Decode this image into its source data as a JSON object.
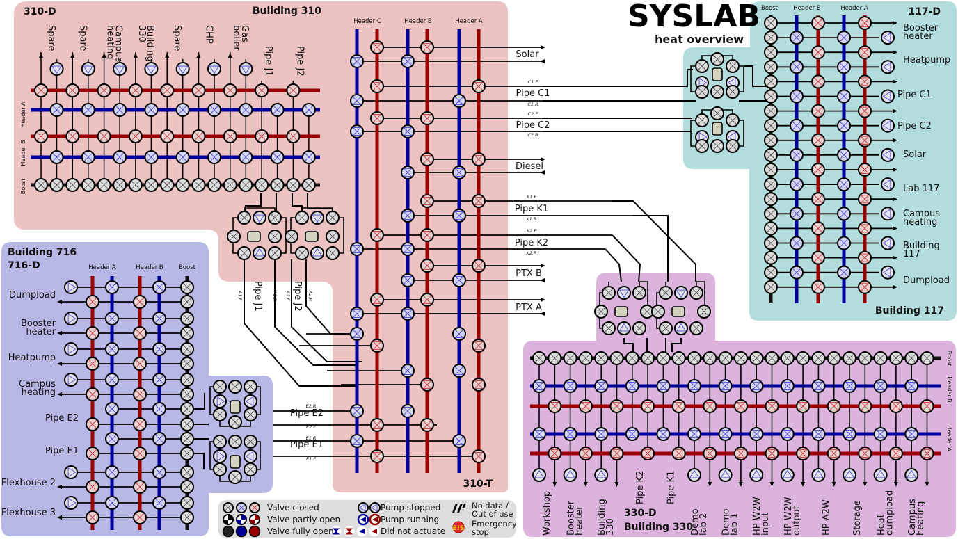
{
  "title": {
    "main": "SYSLAB",
    "subtitle": "heat overview"
  },
  "colors": {
    "bg_310": "#ecc2c3",
    "bg_117": "#b3dcdc",
    "bg_716": "#b8b8e6",
    "bg_330": "#dcb3dc",
    "legend_bg": "#dddddd",
    "hot": "#990000",
    "cold": "#000099",
    "boost": "#111111",
    "valve_fill": "#dcdcdc"
  },
  "building_310": {
    "name": "Building 310",
    "dist_id": "310-D",
    "trans_id": "310-T",
    "header_labels": [
      "Header A",
      "Header B",
      "Boost"
    ],
    "column_labels": [
      "Spare",
      "Spare",
      "Campus heating",
      "Building 330",
      "Spare",
      "CHP",
      "Gas boiler",
      "Pipe J1",
      "Pipe J2"
    ],
    "trans_headers": [
      "Header C",
      "Header B",
      "Header A"
    ],
    "trans_lines": [
      {
        "label": "Solar",
        "fwd": "",
        "ret": ""
      },
      {
        "label": "Pipe C1",
        "fwd": "C1.F",
        "ret": "C1.R"
      },
      {
        "label": "Pipe C2",
        "fwd": "C2.F",
        "ret": "C2.R"
      },
      {
        "label": "Diesel",
        "fwd": "",
        "ret": ""
      },
      {
        "label": "Pipe K1",
        "fwd": "K1.F",
        "ret": "K1.R"
      },
      {
        "label": "Pipe K2",
        "fwd": "K2.F",
        "ret": "K2.R"
      },
      {
        "label": "PTX B",
        "fwd": "",
        "ret": ""
      },
      {
        "label": "PTX A",
        "fwd": "",
        "ret": ""
      }
    ],
    "pipe_j_labels": [
      {
        "label": "Pipe J1",
        "fwd": "A1.F",
        "ret": "A1.R"
      },
      {
        "label": "Pipe J2",
        "fwd": "A2.F",
        "ret": "A2.R"
      }
    ]
  },
  "building_117": {
    "name": "Building 117",
    "dist_id": "117-D",
    "header_labels": [
      "Boost",
      "Header B",
      "Header A"
    ],
    "row_labels": [
      "Booster heater",
      "Heatpump",
      "Pipe C1",
      "Pipe C2",
      "Solar",
      "Lab 117",
      "Campus heating",
      "Building 117",
      "Dumpload"
    ]
  },
  "building_716": {
    "name": "Building 716",
    "dist_id": "716-D",
    "header_labels": [
      "Header A",
      "Header B",
      "Boost"
    ],
    "row_labels": [
      "Dumpload",
      "Booster heater",
      "Heatpump",
      "Campus heating",
      "Pipe E2",
      "Pipe E1",
      "Flexhouse 2",
      "Flexhouse 3"
    ],
    "pipes": [
      {
        "label": "Pipe E2",
        "fwd": "E2.F",
        "ret": "E2.R"
      },
      {
        "label": "Pipe E1",
        "fwd": "E1.F",
        "ret": "E1.R"
      }
    ]
  },
  "building_330": {
    "name": "Building 330",
    "dist_id": "330-D",
    "header_labels": [
      "Boost",
      "Header B",
      "Header A"
    ],
    "column_labels": [
      "Workshop",
      "Booster heater",
      "Building 330",
      "Pipe K2",
      "Pipe K1",
      "Demo lab 2",
      "Demo lab 1",
      "HP W2W input",
      "HP W2W output",
      "HP A2W",
      "Storage",
      "Heat dumpload",
      "Campus heating"
    ]
  },
  "legend": {
    "valve_closed": "Valve closed",
    "valve_partly_open": "Valve partly open",
    "valve_fully_open": "Valve fully open",
    "pump_stopped": "Pump stopped",
    "pump_running": "Pump running",
    "did_not_actuate": "Did not actuate",
    "no_data": "No data / Out of use",
    "emergency_stop": "Emergency stop"
  },
  "state": {
    "all_valves": "closed",
    "all_pumps": "stopped"
  }
}
